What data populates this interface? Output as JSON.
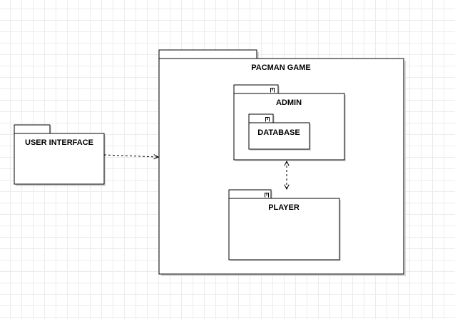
{
  "diagram": {
    "packages": {
      "user_interface": "USER INTERFACE",
      "pacman_game": "PACMAN GAME",
      "admin": "ADMIN",
      "database": "DATABASE",
      "player": "PLAYER"
    },
    "colors": {
      "stroke": "#000000",
      "shadow": "#d9d9d9",
      "fill": "#ffffff",
      "grid": "#ececec"
    }
  }
}
